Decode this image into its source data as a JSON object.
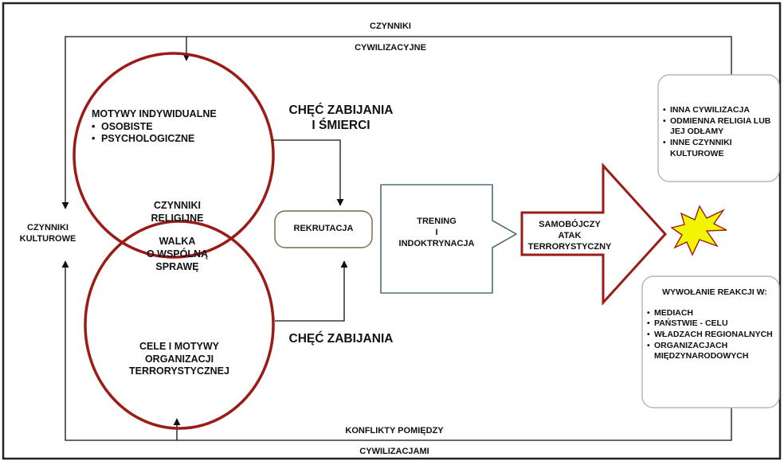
{
  "top_label_1": "CZYNNIKI",
  "top_label_2": "CYWILIZACYJNE",
  "left_label": "CZYNNIKI\nKULTUROWE",
  "bottom_label_1": "KONFLIKTY POMIĘDZY",
  "bottom_label_2": "CYWILIZACJAMI",
  "individual": {
    "title": "MOTYWY INDYWIDUALNE",
    "items": [
      "OSOBISTE",
      "PSYCHOLOGICZNE"
    ]
  },
  "religious": {
    "line1": "CZYNNIKI",
    "line2": "RELIGIJNE",
    "line3": "WALKA",
    "line4": "O WSPÓLNĄ",
    "line5": "SPRAWĘ"
  },
  "organization": {
    "line1": "CELE I MOTYWY",
    "line2": "ORGANIZACJI",
    "line3": "TERRORYSTYCZNEJ"
  },
  "will_kill_die": {
    "line1": "CHĘĆ ZABIJANIA",
    "line2": "I ŚMIERCI"
  },
  "will_kill": "CHĘĆ ZABIJANIA",
  "recruitment": "REKRUTACJA",
  "training": {
    "line1": "TRENING",
    "line2": "I",
    "line3": "INDOKTRYNACJA"
  },
  "attack": {
    "line1": "SAMOBÓJCZY",
    "line2": "ATAK",
    "line3": "TERRORYSTYCZNY"
  },
  "culture_box": {
    "items": [
      "INNA CYWILIZACJA",
      "ODMIENNA RELIGIA LUB JEJ ODŁAMY",
      "INNE CZYNNIKI KULTUROWE"
    ]
  },
  "reaction_box": {
    "title": "WYWOŁANIE REAKCJI W:",
    "items": [
      "MEDIACH",
      "PAŃSTWIE - CELU",
      "WŁADZACH REGIONALNYCH",
      "ORGANIZACJACH MIĘDZYNARODOWYCH"
    ]
  },
  "colors": {
    "ellipse_stroke": "#9b1c17",
    "arrow_stroke": "#9b1c17",
    "training_stroke": "#4d6e7a",
    "box_stroke": "#b5b5b5",
    "star_fill": "#f3f500",
    "star_stroke": "#9b1c17",
    "frame": "#222222"
  },
  "icons": {
    "explosion": "explosion-icon"
  }
}
